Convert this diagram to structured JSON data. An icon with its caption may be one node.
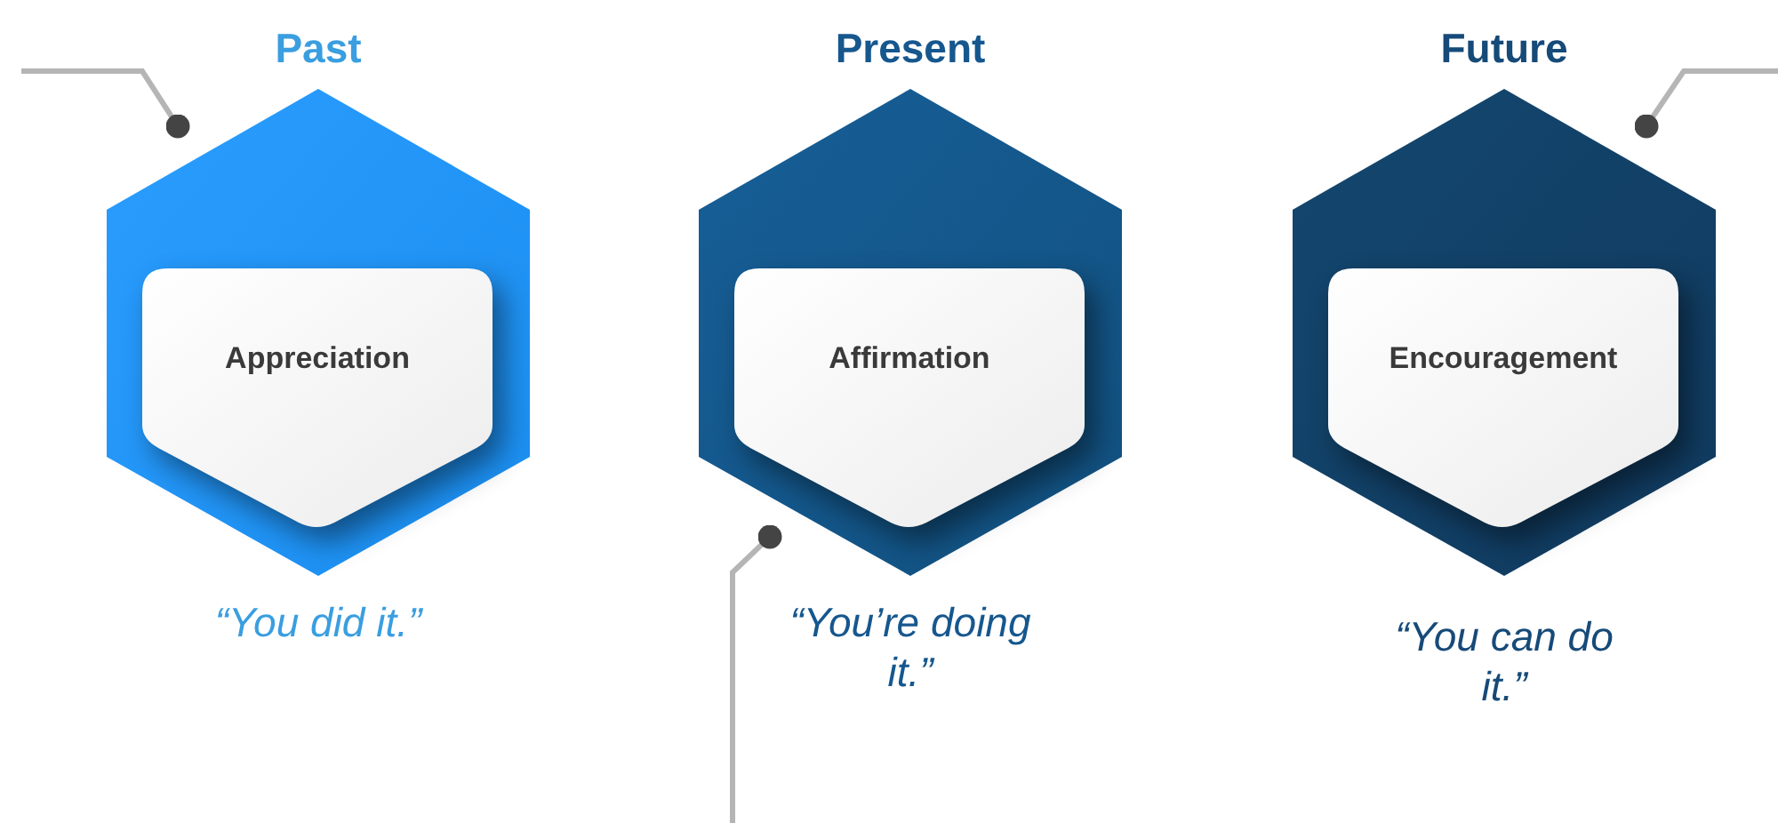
{
  "diagram": {
    "nodes": [
      {
        "text": [
          "Past"
        ],
        "beside": [
          "“You did it.”"
        ]
      },
      {
        "text": [
          "Appreciation"
        ],
        "in": 0
      },
      {
        "text": [
          "Present"
        ],
        "beside": [
          "“You’re doing it.”"
        ]
      },
      {
        "text": [
          "Affirmation"
        ],
        "in": 2
      },
      {
        "text": [
          "Future"
        ],
        "beside": [
          "“You can do it.”"
        ]
      },
      {
        "text": [
          "Encouragement"
        ],
        "in": 4
      }
    ],
    "edges": [
      {
        "from": null,
        "to": 0,
        "arrow": "other"
      },
      {
        "from": null,
        "to": 2,
        "arrow": "other"
      },
      {
        "from": null,
        "to": 4,
        "arrow": "other"
      }
    ]
  }
}
